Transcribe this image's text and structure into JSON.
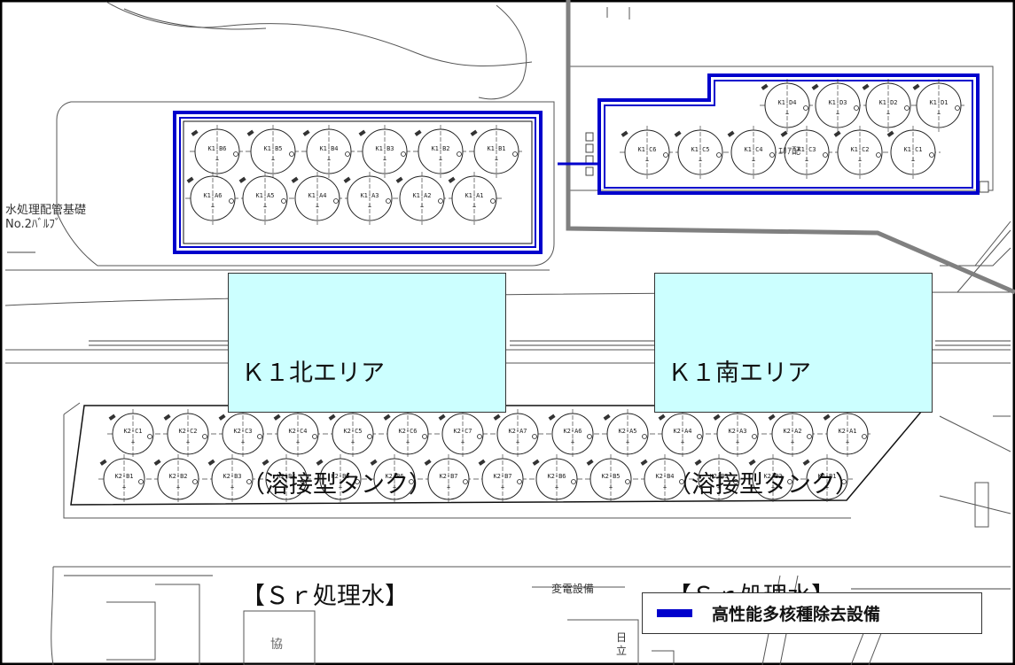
{
  "callouts": {
    "north": {
      "line1": "Ｋ１北エリア",
      "line2": "（溶接型タンク）",
      "line3": "【Ｓｒ処理水】"
    },
    "south": {
      "line1": "Ｋ１南エリア",
      "line2": "（溶接型タンク）",
      "line3": "【Ｓｒ処理水】"
    }
  },
  "legend": {
    "label": "高性能多核種除去設備",
    "swatch_color": "#0000cc"
  },
  "map_text": {
    "pipe_base_1": "水処理配管基礎",
    "pipe_base_2": "No.2ﾊﾞﾙﾌﾞ",
    "substation": "変電設備",
    "building_a": "協",
    "building_b_1": "日",
    "building_b_2": "立",
    "k1c_extra": "ｴﾘｱ配"
  },
  "tanks": {
    "k1_north_row1": [
      "K1-B6",
      "K1-B5",
      "K1-B4",
      "K1-B3",
      "K1-B2",
      "K1-B1"
    ],
    "k1_north_row2": [
      "K1-A6",
      "K1-A5",
      "K1-A4",
      "K1-A3",
      "K1-A2",
      "K1-A1"
    ],
    "k1_south_row1": [
      "K1-D4",
      "K1-D3",
      "K1-D2",
      "K1-D1"
    ],
    "k1_south_row2": [
      "K1-C6",
      "K1-C5",
      "K1-C4",
      "K1-C3",
      "K1-C2",
      "K1-C1"
    ],
    "k2_row1": [
      "K2-C1",
      "K2-C2",
      "K2-C3",
      "K2-C4",
      "K2-C5",
      "K2-C6",
      "K2-C7",
      "K2-A7",
      "K2-A6",
      "K2-A5",
      "K2-A4",
      "K2-A3",
      "K2-A2",
      "K2-A1"
    ],
    "k2_row2": [
      "K2-B1",
      "K2-B2",
      "K2-B3",
      "K2-B4",
      "K2-B5",
      "K2-B6",
      "K2-B7",
      "K2-B7",
      "K2-B6",
      "K2-B5",
      "K2-B4",
      "K2-B3",
      "K2-B2",
      "K2-B1"
    ]
  }
}
